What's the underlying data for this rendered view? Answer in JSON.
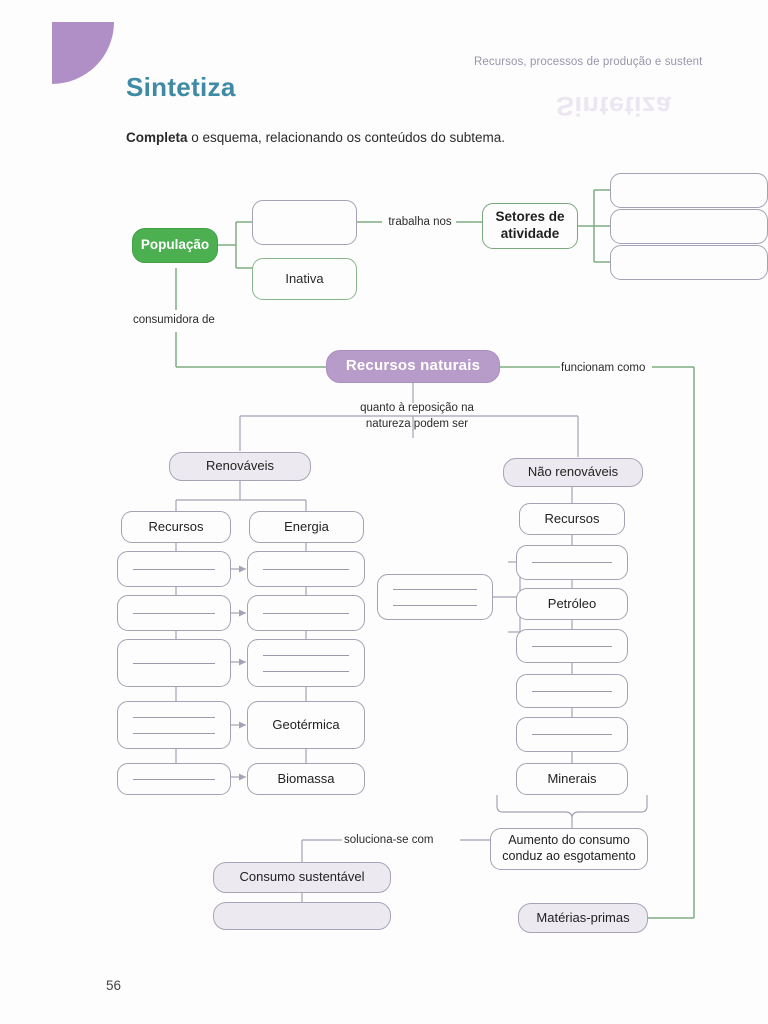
{
  "page": {
    "running_head": "Recursos, processos de produção e sustent",
    "ghost_word": "Sintetiza",
    "title": "Sintetiza",
    "instruction_bold": "Completa",
    "instruction_rest": " o esquema, relacionando os conteúdos do subtema.",
    "page_number": "56"
  },
  "colors": {
    "title": "#3f8ba5",
    "green_solid": "#4caf50",
    "green_line": "#7fae82",
    "purple_solid": "#b79bc8",
    "lavender": "#eceaf0",
    "gray_line": "#a6a1b4",
    "corner": "#b08fc7"
  },
  "nodes": {
    "populacao": "População",
    "ativa_blank": "",
    "inativa": "Inativa",
    "setores": "Setores de\natividade",
    "setor1": "",
    "setor2": "",
    "setor3": "",
    "recursos_naturais": "Recursos naturais",
    "renovaveis": "Renováveis",
    "nao_renovaveis": "Não renováveis",
    "recursos_esq": "Recursos",
    "energia": "Energia",
    "geotermica": "Geotérmica",
    "biomassa": "Biomassa",
    "recursos_dir": "Recursos",
    "petroleo": "Petróleo",
    "minerais": "Minerais",
    "aumento_consumo": "Aumento do consumo\nconduz ao esgotamento",
    "consumo_sustentavel": "Consumo sustentável",
    "consumo_blank": "",
    "materias_primas": "Matérias-primas",
    "middle_blank": ""
  },
  "edge_labels": {
    "trabalha_nos": "trabalha nos",
    "consumidora_de": "consumidora de",
    "funcionam_como": "funcionam como",
    "quanto_reposicao": "quanto à reposição na\nnatureza podem ser",
    "soluciona_se_com": "soluciona-se com"
  },
  "blank_boxes": {
    "left_resources": [
      {
        "id": "lr1",
        "lines": 1
      },
      {
        "id": "lr2",
        "lines": 1
      },
      {
        "id": "lr3",
        "lines": 1
      },
      {
        "id": "lr4",
        "lines": 2
      },
      {
        "id": "lr5",
        "lines": 1
      }
    ],
    "left_energy": [
      {
        "id": "le1",
        "lines": 1
      },
      {
        "id": "le2",
        "lines": 1
      },
      {
        "id": "le3",
        "lines": 2
      }
    ],
    "right_resources": [
      {
        "id": "rr1",
        "lines": 1
      },
      {
        "id": "rr2",
        "lines": 1
      },
      {
        "id": "rr3",
        "lines": 1
      },
      {
        "id": "rr4",
        "lines": 1
      }
    ]
  }
}
